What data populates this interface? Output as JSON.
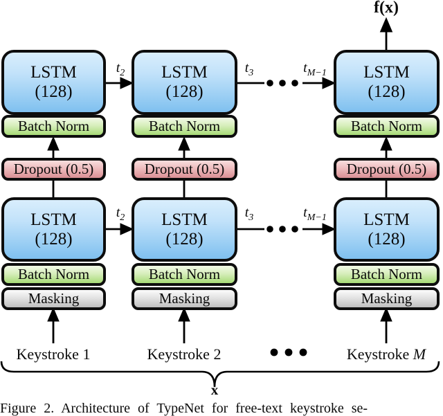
{
  "figure": {
    "output_label": "f(x)",
    "brace_label": "x",
    "caption": "Figure 2. Architecture of TypeNet for free-text keystroke se-",
    "columns": [
      {
        "top_lstm": {
          "line1": "LSTM",
          "line2": "(128)"
        },
        "top_batch_norm": "Batch Norm",
        "dropout": "Dropout (0.5)",
        "bottom_lstm": {
          "line1": "LSTM",
          "line2": "(128)"
        },
        "bottom_batch_norm": "Batch Norm",
        "masking": "Masking",
        "input_label": {
          "prefix": "Keystroke",
          "index": "1"
        }
      },
      {
        "top_lstm": {
          "line1": "LSTM",
          "line2": "(128)"
        },
        "top_batch_norm": "Batch Norm",
        "dropout": "Dropout (0.5)",
        "bottom_lstm": {
          "line1": "LSTM",
          "line2": "(128)"
        },
        "bottom_batch_norm": "Batch Norm",
        "masking": "Masking",
        "input_label": {
          "prefix": "Keystroke",
          "index": "2"
        }
      },
      {
        "top_lstm": {
          "line1": "LSTM",
          "line2": "(128)"
        },
        "top_batch_norm": "Batch Norm",
        "dropout": "Dropout (0.5)",
        "bottom_lstm": {
          "line1": "LSTM",
          "line2": "(128)"
        },
        "bottom_batch_norm": "Batch Norm",
        "masking": "Masking",
        "input_label": {
          "prefix": "Keystroke",
          "index": "M"
        }
      }
    ],
    "time_labels": {
      "top": [
        {
          "base": "t",
          "sub": "2"
        },
        {
          "base": "t",
          "sub": "3"
        },
        {
          "base": "t",
          "sub": "M−1"
        }
      ],
      "bottom": [
        {
          "base": "t",
          "sub": "2"
        },
        {
          "base": "t",
          "sub": "3"
        },
        {
          "base": "t",
          "sub": "M−1"
        }
      ]
    },
    "colors": {
      "lstm_top": "#d9eefc",
      "lstm_bottom": "#7fc0ef",
      "batch_norm_top": "#f2fae7",
      "batch_norm_bottom": "#a7db77",
      "dropout_top": "#f8dede",
      "dropout_bottom": "#da8f94",
      "masking_top": "#fbfbfb",
      "masking_bottom": "#bfbfbf",
      "line": "#000000"
    }
  }
}
